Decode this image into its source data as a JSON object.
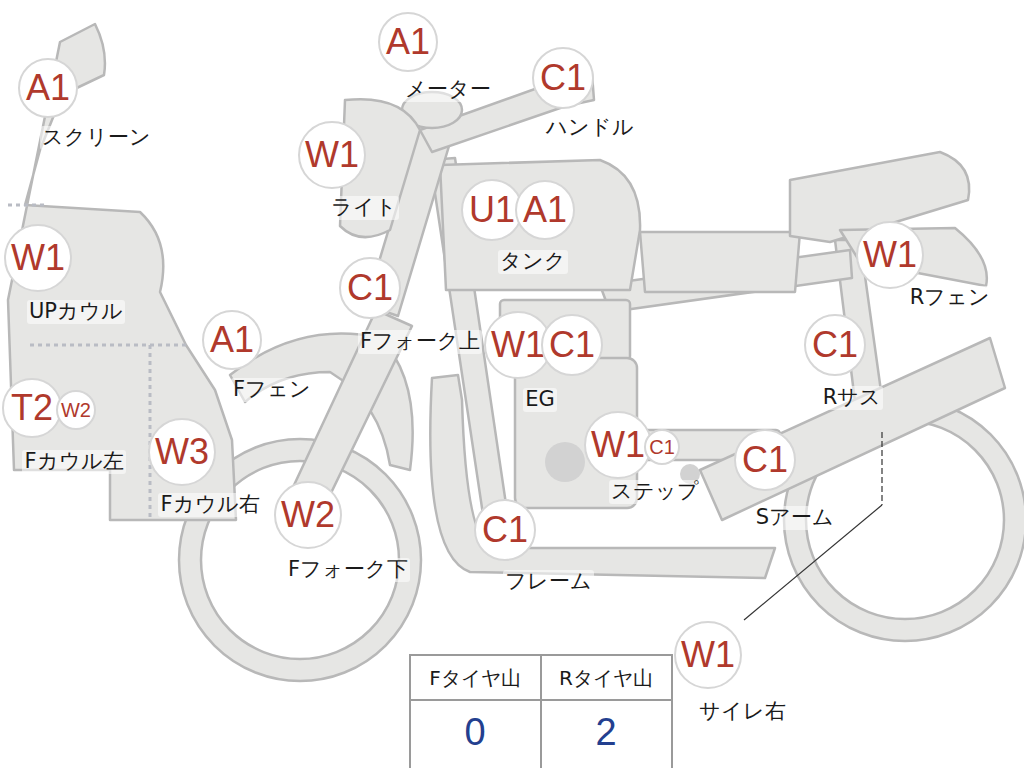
{
  "diagram": {
    "nodes": [
      {
        "text": [
          "A1"
        ]
      },
      {
        "text": [
          "W1"
        ]
      },
      {
        "text": [
          "T2"
        ]
      },
      {
        "text": [
          "W2"
        ]
      },
      {
        "text": [
          "W3"
        ]
      },
      {
        "text": [
          "A1"
        ]
      },
      {
        "text": [
          "W1"
        ]
      },
      {
        "text": [
          "A1"
        ]
      },
      {
        "text": [
          "C1"
        ]
      },
      {
        "text": [
          "C1"
        ]
      },
      {
        "text": [
          "W2"
        ]
      },
      {
        "text": [
          "U1"
        ]
      },
      {
        "text": [
          "A1"
        ]
      },
      {
        "text": [
          "W1"
        ]
      },
      {
        "text": [
          "C1"
        ]
      },
      {
        "text": [
          "W1"
        ]
      },
      {
        "text": [
          "C1"
        ]
      },
      {
        "text": [
          "C1"
        ]
      },
      {
        "text": [
          "W1"
        ]
      },
      {
        "text": [
          "C1"
        ]
      },
      {
        "text": [
          "C1"
        ]
      },
      {
        "text": [
          "W1"
        ]
      }
    ],
    "labels": [
      "スクリーン",
      "UPカウル",
      "Fカウル左",
      "Fカウル右",
      "Fフェン",
      "ライト",
      "メーター",
      "ハンドル",
      "Fフォーク上",
      "Fフォーク下",
      "タンク",
      "EG",
      "ステップ",
      "フレーム",
      "Rフェン",
      "Rサス",
      "Sアーム",
      "サイレ右",
      "Fタイヤ山",
      "Rタイヤ山",
      "0",
      "2"
    ]
  }
}
